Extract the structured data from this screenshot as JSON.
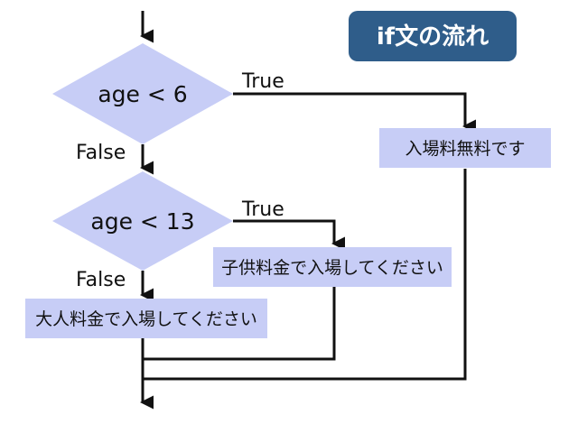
{
  "title": "if文の流れ",
  "conditions": {
    "first": "age < 6",
    "second": "age < 13"
  },
  "branches": {
    "true1": "True",
    "false1": "False",
    "true2": "True",
    "false2": "False"
  },
  "results": {
    "infant": "入場料無料です",
    "child": "子供料金で入場してください",
    "adult": "大人料金で入場してください"
  },
  "colors": {
    "shape_fill": "#c7cdf6",
    "title_bg": "#2f5d8a",
    "line": "#111111"
  }
}
